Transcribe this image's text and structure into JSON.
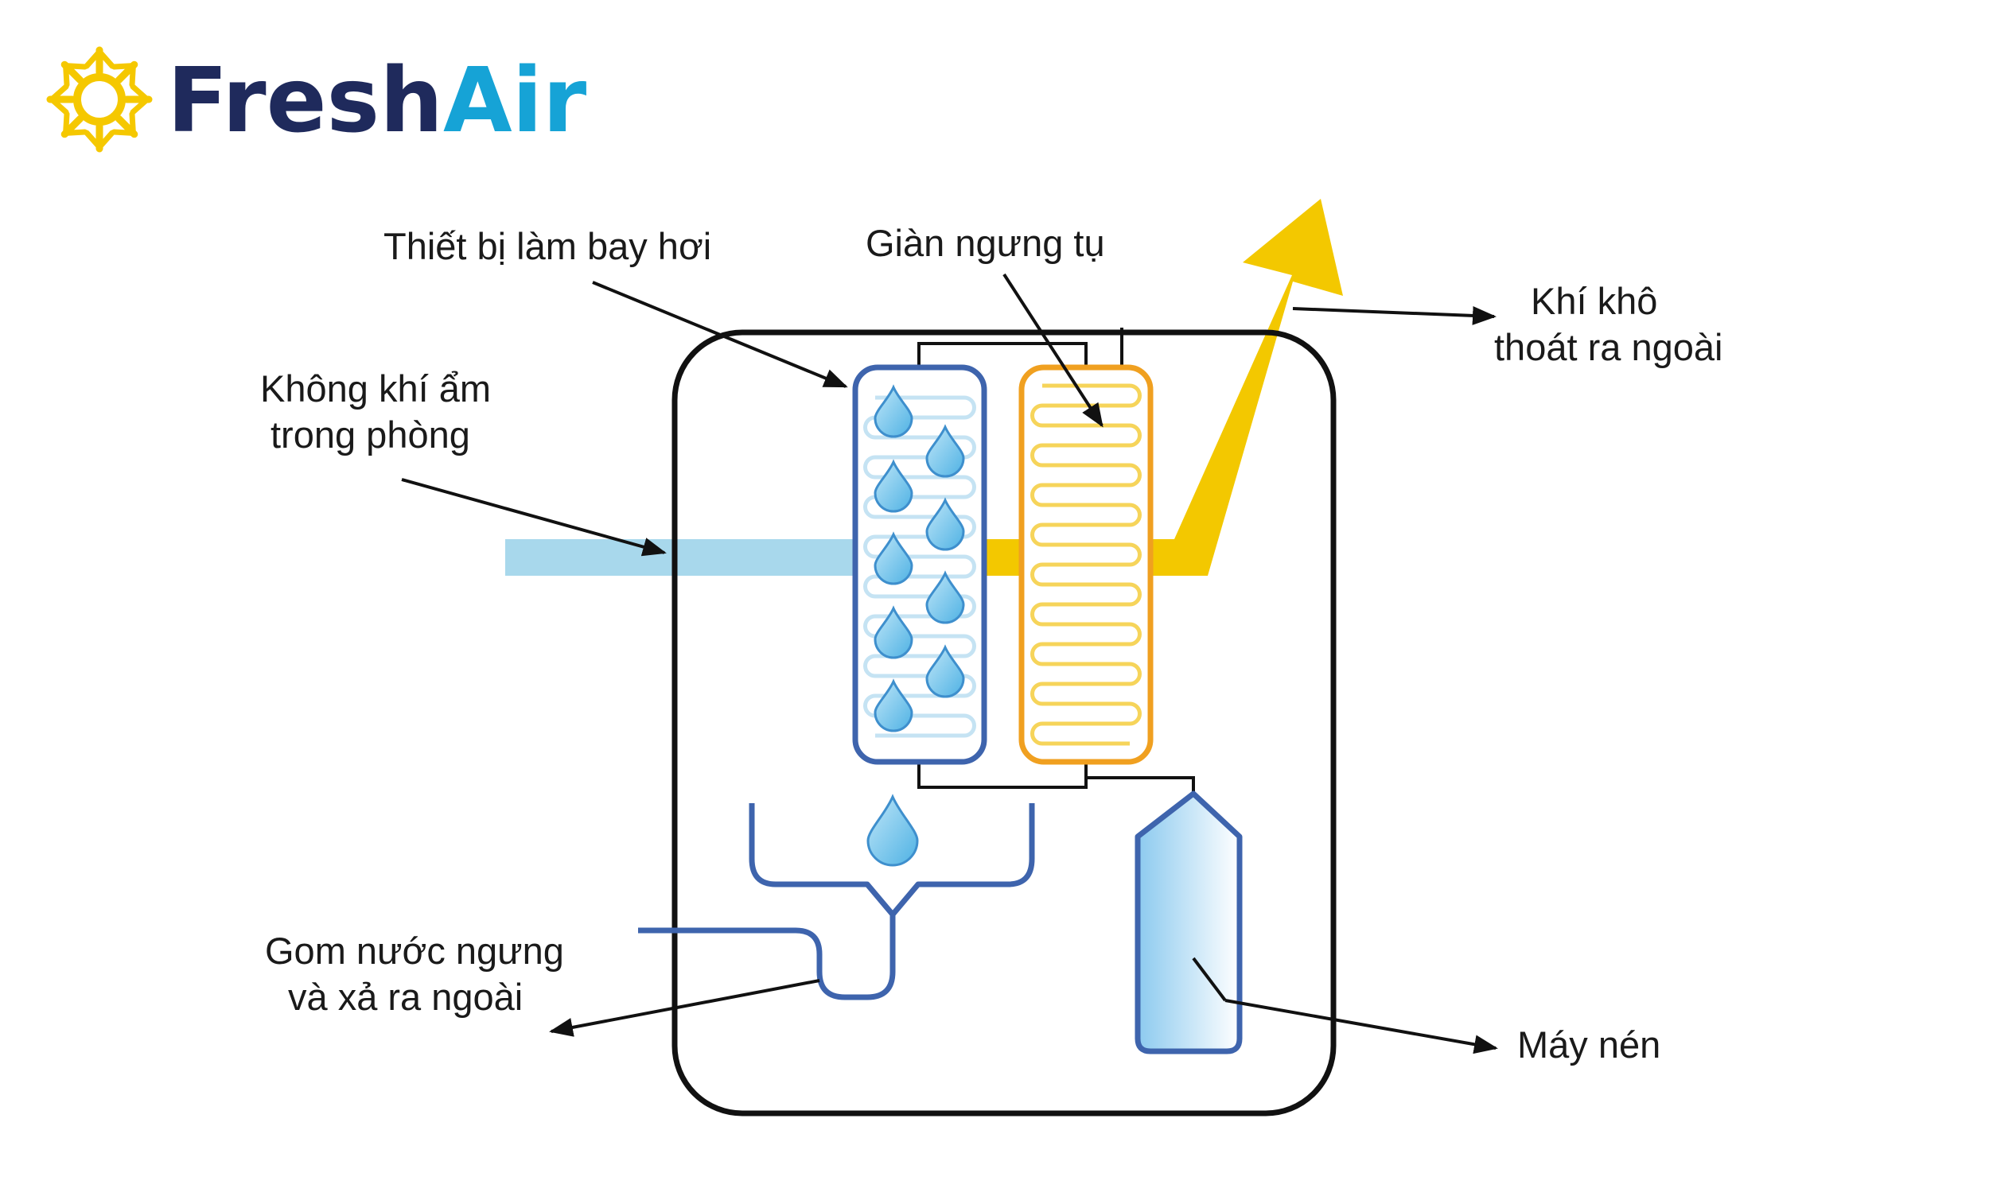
{
  "brand": {
    "part1": "Fresh",
    "part2": "Air",
    "color_dark": "#1f2a5c",
    "color_accent": "#16a3d6",
    "icon_color": "#f5c800",
    "icon": "snowflake-sun-icon"
  },
  "labels": {
    "evaporator": "Thiết bị làm bay hơi",
    "condenser": "Giàn ngưng tụ",
    "dry_air_line1": "Khí khô",
    "dry_air_line2": "thoát ra ngoài",
    "humid_air_line1": "Không khí ẩm",
    "humid_air_line2": "trong phòng",
    "drain_line1": "Gom nước ngưng",
    "drain_line2": "và xả ra ngoài",
    "compressor": "Máy nén"
  },
  "colors": {
    "humid_air": "#a8d8ec",
    "dry_air": "#f3c800",
    "evaporator": "#3e64ad",
    "condenser": "#f0a020",
    "condenser_coil": "#f6d45a",
    "water": "#7cc8ec",
    "outline": "#111111",
    "compressor": "#9fd3f0"
  }
}
